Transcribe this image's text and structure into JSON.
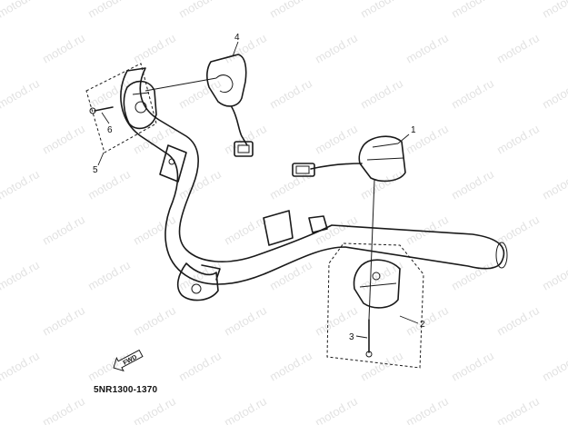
{
  "callouts": {
    "c1": "1",
    "c2": "2",
    "c3": "3",
    "c4": "4",
    "c5": "5",
    "c6": "6"
  },
  "fwd_label": "FWD",
  "diagram_code": "5NR1300-1370",
  "watermark_text": "motod.ru",
  "colors": {
    "ink": "#1a1a1a",
    "watermark": "#9a9a9a",
    "background": "#ffffff"
  }
}
